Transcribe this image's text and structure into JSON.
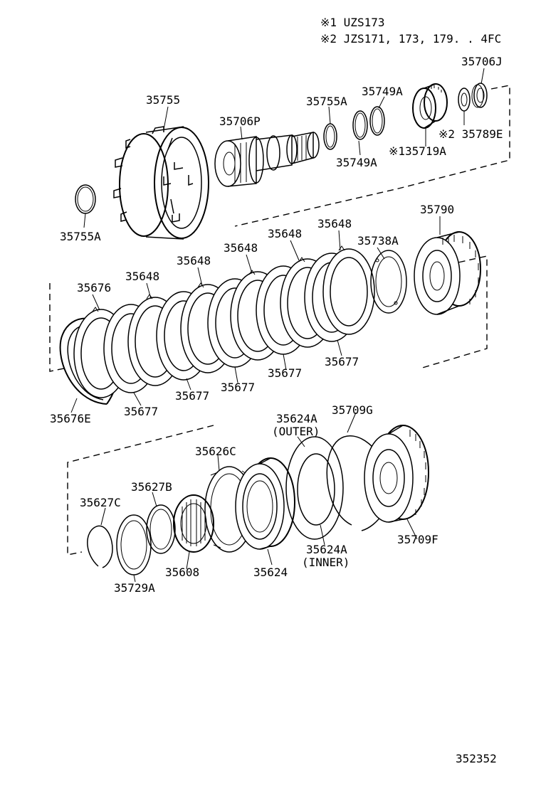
{
  "notes": {
    "note1": "※1  UZS173",
    "note2": "※2  JZS171, 173, 179. . 4FC"
  },
  "labels": {
    "p35706J": "35706J",
    "p35755": "35755",
    "p35755A_top": "35755A",
    "p35749A_top": "35749A",
    "p35706P": "35706P",
    "p35789E": "※2 35789E",
    "p35749A_bot": "35749A",
    "p35719A": "※135719A",
    "p35755A_left": "35755A",
    "p35790": "35790",
    "p35648_1": "35648",
    "p35648_2": "35648",
    "p35648_3": "35648",
    "p35648_4": "35648",
    "p35648_5": "35648",
    "p35738A": "35738A",
    "p35676": "35676",
    "p35677_1": "35677",
    "p35677_2": "35677",
    "p35677_3": "35677",
    "p35677_4": "35677",
    "p35677_5": "35677",
    "p35676E": "35676E",
    "p35624A_outer": "35624A",
    "outer": "(OUTER)",
    "p35709G": "35709G",
    "p35626C": "35626C",
    "p35627B": "35627B",
    "p35627C": "35627C",
    "p35624A_inner": "35624A",
    "inner": "(INNER)",
    "p35709F": "35709F",
    "p35608": "35608",
    "p35624": "35624",
    "p35729A": "35729A",
    "diagram_id": "352352"
  }
}
